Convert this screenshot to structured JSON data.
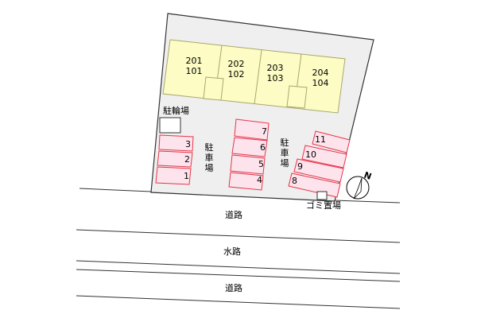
{
  "building": {
    "units": [
      {
        "upper": "201",
        "lower": "101"
      },
      {
        "upper": "202",
        "lower": "102"
      },
      {
        "upper": "203",
        "lower": "103"
      },
      {
        "upper": "204",
        "lower": "104"
      }
    ]
  },
  "labels": {
    "bike_parking": "駐輪場",
    "parking_left": [
      "駐",
      "車",
      "場"
    ],
    "parking_right": [
      "駐",
      "車",
      "場"
    ],
    "garbage": "ゴミ置場",
    "road_top": "道路",
    "waterway": "水路",
    "road_bottom": "道路",
    "north": "N"
  },
  "parking": {
    "left": [
      "3",
      "2",
      "1"
    ],
    "middle": [
      "7",
      "6",
      "5",
      "4"
    ],
    "right": [
      "11",
      "10",
      "9",
      "8"
    ]
  },
  "colors": {
    "building_fill": "#fcfcc4",
    "building_stroke": "#a9a86c",
    "lot_fill": "#efefef",
    "space_fill": "#fde4ec",
    "space_stroke": "#e8334a",
    "line": "#333333"
  }
}
